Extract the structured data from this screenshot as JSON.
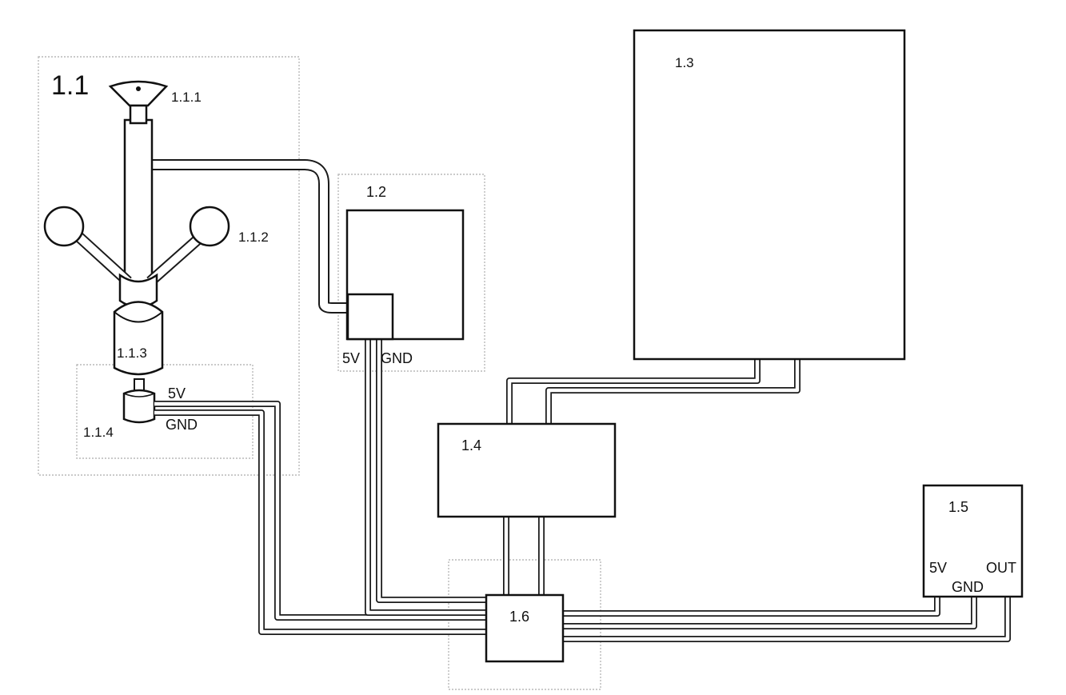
{
  "labels": {
    "anemometer_group": "1.1",
    "wind_vane": "1.1.1",
    "cups": "1.1.2",
    "shaft_housing": "1.1.3",
    "sensor": "1.1.4",
    "sensor_5v": "5V",
    "sensor_gnd": "GND",
    "block_1_2": "1.2",
    "block_1_2_5v": "5V",
    "block_1_2_gnd": "GND",
    "block_1_3": "1.3",
    "block_1_4": "1.4",
    "block_1_5": "1.5",
    "block_1_5_5v": "5V",
    "block_1_5_gnd": "GND",
    "block_1_5_out": "OUT",
    "block_1_6": "1.6"
  }
}
